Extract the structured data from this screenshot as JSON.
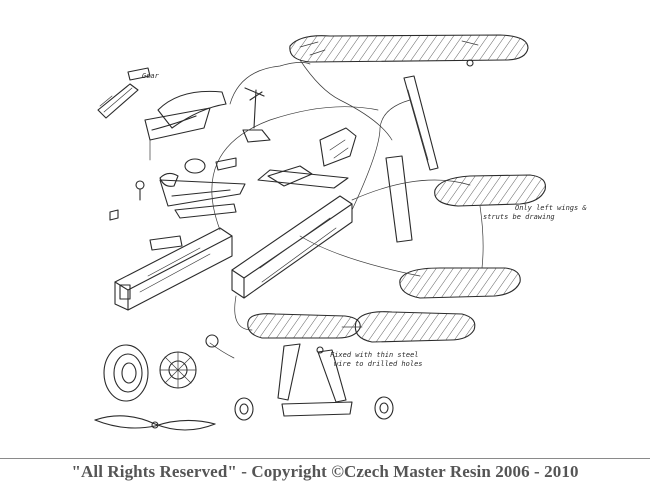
{
  "diagram": {
    "title": "Exploded assembly sketch of biplane model kit",
    "annotations": {
      "gear_label": "Gear",
      "wing_note_line1": "Only left wings &",
      "wing_note_line2": "struts be drawing",
      "strut_note_line1": "Fixed with thin steel",
      "strut_note_line2": "wire to drilled holes"
    }
  },
  "footer": {
    "copyright": "\"All Rights Reserved\" - Copyright ©Czech Master Resin 2006 - 2010"
  },
  "colors": {
    "ink": "#2b2b2b",
    "footer_text": "#555555",
    "divider": "#8a8a8a",
    "background": "#ffffff"
  }
}
